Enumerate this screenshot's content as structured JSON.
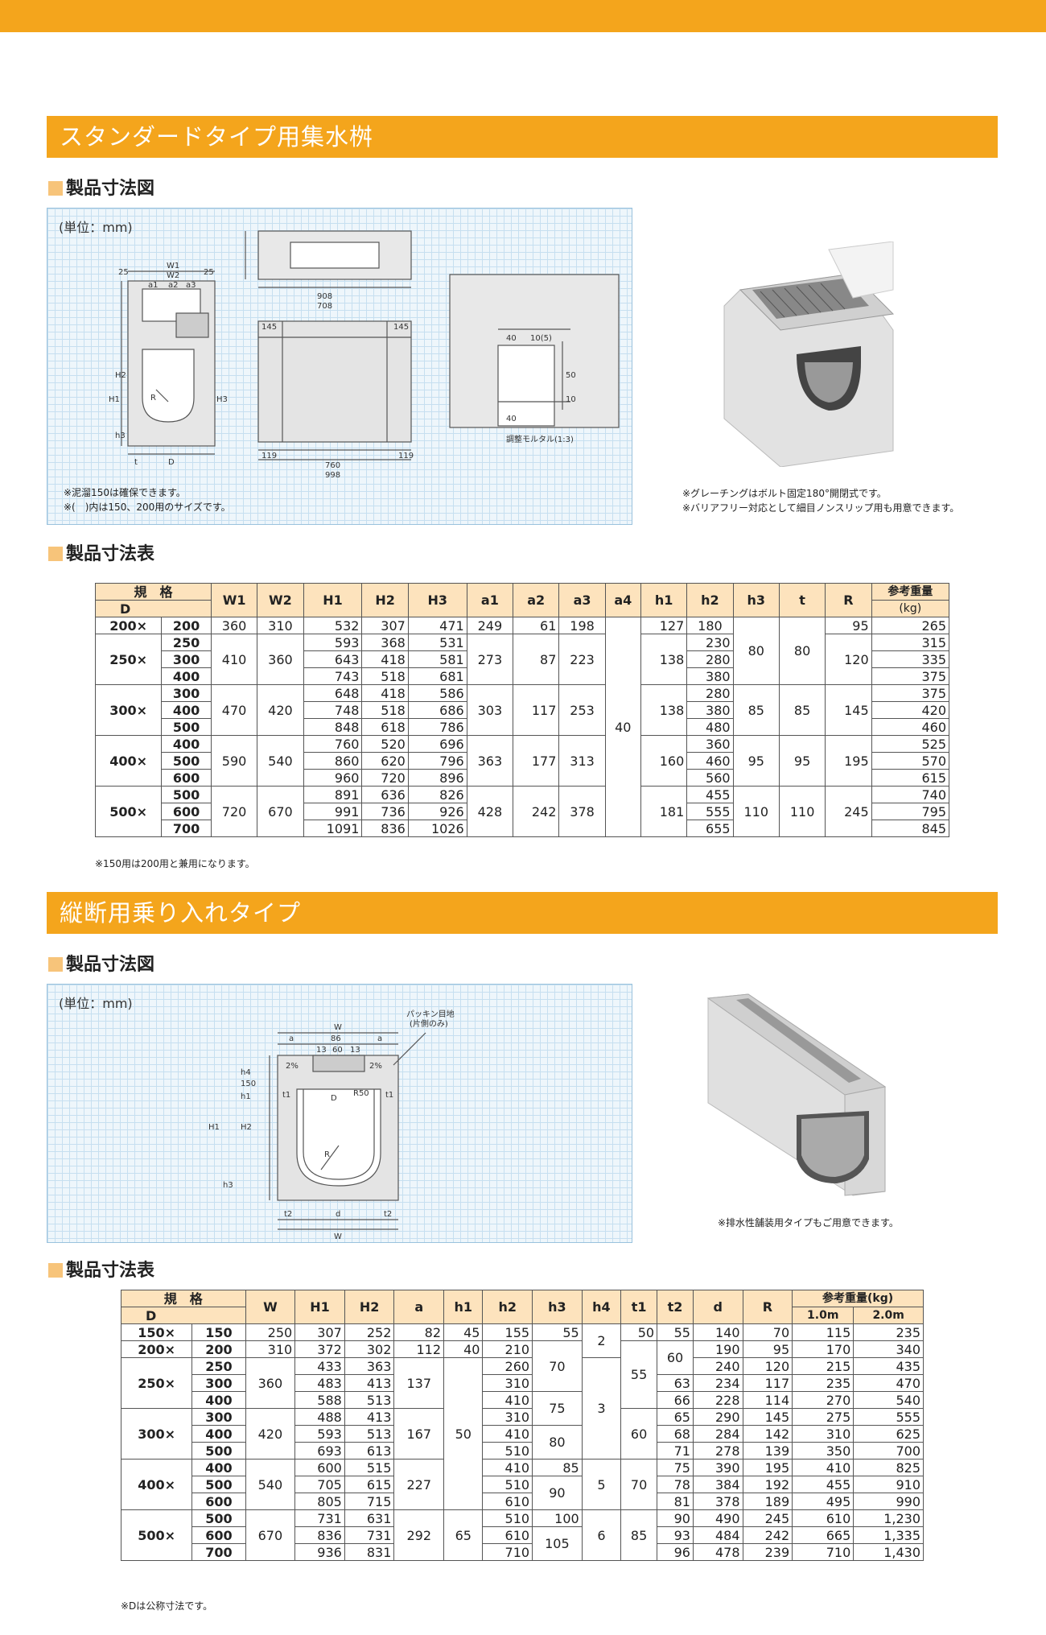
{
  "section1": {
    "title": "スタンダードタイプ用集水桝",
    "sub_drawing": "製品寸法図",
    "unit": "(単位：mm)",
    "drawing_notes": [
      "※泥溜150は確保できます。",
      "※(　)内は150、200用のサイズです。"
    ],
    "photo_notes": [
      "※グレーチングはボルト固定180°開閉式です。",
      "※バリアフリー対応として細目ノンスリップ用も用意できます。"
    ],
    "sub_table": "製品寸法表",
    "drawing_labels": {
      "w1": "W1",
      "w2": "W2",
      "a1": "a1",
      "a2": "a2",
      "a3": "a3",
      "d25": "25",
      "d25b": "25",
      "r": "R",
      "h1": "H1",
      "h2": "H2",
      "h3": "H3",
      "t": "t",
      "d": "D",
      "d145": "145",
      "d145b": "145",
      "d119": "119",
      "d119b": "119",
      "d760": "760",
      "d998": "998",
      "d908": "908",
      "d708": "708",
      "d40": "40",
      "d10_5": "10(5)",
      "d40b": "40",
      "d50": "50",
      "d10": "10",
      "mortar": "調整モルタル(1:3)",
      "h3lbl": "h3"
    },
    "table_note": "※150用は200用と兼用になります。",
    "table": {
      "hdr_spec": "規　格",
      "hdr_d": "D",
      "headers": [
        "W1",
        "W2",
        "H1",
        "H2",
        "H3",
        "a1",
        "a2",
        "a3",
        "a4",
        "h1",
        "h2",
        "h3",
        "t",
        "R"
      ],
      "hdr_weight": "参考重量",
      "hdr_kg": "(kg)",
      "a4_all": "40",
      "groups": [
        {
          "prefix": "200×",
          "w1": "360",
          "w2": "310",
          "a1": "249",
          "a2": "61",
          "a3": "198",
          "h1": "127",
          "rows": [
            {
              "d": "200",
              "H1": "532",
              "H2": "307",
              "H3": "471",
              "h2": "180",
              "R": "95",
              "kg": "265"
            }
          ]
        },
        {
          "prefix": "250×",
          "w1": "410",
          "w2": "360",
          "a1": "273",
          "a2": "87",
          "a3": "223",
          "h1": "138",
          "R": "120",
          "rows": [
            {
              "d": "250",
              "H1": "593",
              "H2": "368",
              "H3": "531",
              "h2": "230",
              "kg": "315"
            },
            {
              "d": "300",
              "H1": "643",
              "H2": "418",
              "H3": "581",
              "h2": "280",
              "kg": "335"
            },
            {
              "d": "400",
              "H1": "743",
              "H2": "518",
              "H3": "681",
              "h2": "380",
              "kg": "375"
            }
          ]
        },
        {
          "prefix": "300×",
          "w1": "470",
          "w2": "420",
          "a1": "303",
          "a2": "117",
          "a3": "253",
          "h1": "138",
          "h3": "85",
          "t": "85",
          "R": "145",
          "rows": [
            {
              "d": "300",
              "H1": "648",
              "H2": "418",
              "H3": "586",
              "h2": "280",
              "kg": "375"
            },
            {
              "d": "400",
              "H1": "748",
              "H2": "518",
              "H3": "686",
              "h2": "380",
              "kg": "420"
            },
            {
              "d": "500",
              "H1": "848",
              "H2": "618",
              "H3": "786",
              "h2": "480",
              "kg": "460"
            }
          ]
        },
        {
          "prefix": "400×",
          "w1": "590",
          "w2": "540",
          "a1": "363",
          "a2": "177",
          "a3": "313",
          "h1": "160",
          "h3": "95",
          "t": "95",
          "R": "195",
          "rows": [
            {
              "d": "400",
              "H1": "760",
              "H2": "520",
              "H3": "696",
              "h2": "360",
              "kg": "525"
            },
            {
              "d": "500",
              "H1": "860",
              "H2": "620",
              "H3": "796",
              "h2": "460",
              "kg": "570"
            },
            {
              "d": "600",
              "H1": "960",
              "H2": "720",
              "H3": "896",
              "h2": "560",
              "kg": "615"
            }
          ]
        },
        {
          "prefix": "500×",
          "w1": "720",
          "w2": "670",
          "a1": "428",
          "a2": "242",
          "a3": "378",
          "h1": "181",
          "h3": "110",
          "t": "110",
          "R": "245",
          "rows": [
            {
              "d": "500",
              "H1": "891",
              "H2": "636",
              "H3": "826",
              "h2": "455",
              "kg": "740"
            },
            {
              "d": "600",
              "H1": "991",
              "H2": "736",
              "H3": "926",
              "h2": "555",
              "kg": "795"
            },
            {
              "d": "700",
              "H1": "1091",
              "H2": "836",
              "H3": "1026",
              "h2": "655",
              "kg": "845"
            }
          ]
        }
      ],
      "h3_t_200_250": "80"
    }
  },
  "section2": {
    "title": "縦断用乗り入れタイプ",
    "sub_drawing": "製品寸法図",
    "unit": "(単位：mm)",
    "photo_note": "※排水性舗装用タイプもご用意できます。",
    "sub_table": "製品寸法表",
    "drawing_labels": {
      "w": "W",
      "a": "a",
      "d86": "86",
      "a2": "a",
      "d13": "13",
      "d60": "60",
      "d13b": "13",
      "packing": "パッキン目地",
      "packing2": "(片側のみ)",
      "pct": "2%",
      "pct2": "2%",
      "h4": "h4",
      "d150": "150",
      "h1": "h1",
      "t1": "t1",
      "t1b": "t1",
      "d": "D",
      "r50": "R50",
      "H1": "H1",
      "H2": "H2",
      "R": "R",
      "h3": "h3",
      "t2": "t2",
      "dd": "d",
      "t2b": "t2",
      "wb": "W"
    },
    "table_note": "※Dは公称寸法です。",
    "table": {
      "hdr_spec": "規　格",
      "hdr_d": "D",
      "headers": [
        "W",
        "H1",
        "H2",
        "a",
        "h1",
        "h2",
        "h3",
        "h4",
        "t1",
        "t2",
        "d",
        "R"
      ],
      "hdr_weight": "参考重量(kg)",
      "hdr_w1": "1.0m",
      "hdr_w2": "2.0m",
      "rows": [
        {
          "prefix": "150×",
          "d": "150",
          "W": "250",
          "H1": "307",
          "H2": "252",
          "a": "82",
          "h1": "45",
          "h2": "155",
          "h3": "55",
          "t1": "50",
          "t2": "55",
          "dd": "140",
          "R": "70",
          "w1": "115",
          "w2": "235"
        },
        {
          "prefix": "200×",
          "d": "200",
          "W": "310",
          "H1": "372",
          "H2": "302",
          "a": "112",
          "h1": "40",
          "h2": "210",
          "dd": "190",
          "R": "95",
          "w1": "170",
          "w2": "340"
        },
        {
          "d": "250",
          "H1": "433",
          "H2": "363",
          "h2": "260",
          "dd": "240",
          "R": "120",
          "w1": "215",
          "w2": "435"
        },
        {
          "d": "300",
          "H1": "483",
          "H2": "413",
          "h2": "310",
          "t2": "63",
          "dd": "234",
          "R": "117",
          "w1": "235",
          "w2": "470"
        },
        {
          "d": "400",
          "H1": "588",
          "H2": "513",
          "h2": "410",
          "t2": "66",
          "dd": "228",
          "R": "114",
          "w1": "270",
          "w2": "540"
        },
        {
          "d": "300",
          "H1": "488",
          "H2": "413",
          "h2": "310",
          "t2": "65",
          "dd": "290",
          "R": "145",
          "w1": "275",
          "w2": "555"
        },
        {
          "d": "400",
          "H1": "593",
          "H2": "513",
          "h2": "410",
          "t2": "68",
          "dd": "284",
          "R": "142",
          "w1": "310",
          "w2": "625"
        },
        {
          "d": "500",
          "H1": "693",
          "H2": "613",
          "h2": "510",
          "t2": "71",
          "dd": "278",
          "R": "139",
          "w1": "350",
          "w2": "700"
        },
        {
          "d": "400",
          "H1": "600",
          "H2": "515",
          "h2": "410",
          "h3": "85",
          "t2": "75",
          "dd": "390",
          "R": "195",
          "w1": "410",
          "w2": "825"
        },
        {
          "d": "500",
          "H1": "705",
          "H2": "615",
          "h2": "510",
          "t2": "78",
          "dd": "384",
          "R": "192",
          "w1": "455",
          "w2": "910"
        },
        {
          "d": "600",
          "H1": "805",
          "H2": "715",
          "h2": "610",
          "t2": "81",
          "dd": "378",
          "R": "189",
          "w1": "495",
          "w2": "990"
        },
        {
          "d": "500",
          "H1": "731",
          "H2": "631",
          "h2": "510",
          "h3": "100",
          "t2": "90",
          "dd": "490",
          "R": "245",
          "w1": "610",
          "w2": "1,230"
        },
        {
          "d": "600",
          "H1": "836",
          "H2": "731",
          "h2": "610",
          "t2": "93",
          "dd": "484",
          "R": "242",
          "w1": "665",
          "w2": "1,335"
        },
        {
          "d": "700",
          "H1": "936",
          "H2": "831",
          "h2": "710",
          "t2": "96",
          "dd": "478",
          "R": "239",
          "w1": "710",
          "w2": "1,430"
        }
      ],
      "merged": {
        "h4_150_200": "2",
        "t2_200_250": "60",
        "h3_250_300": "70",
        "t1_200_400": "55",
        "h3_400_300": "75",
        "h4_250_300": "3",
        "h3_400_500": "80",
        "t1_300": "60",
        "h3_500_600": "90",
        "h4_400": "5",
        "t1_400": "70",
        "h3_600_700": "105",
        "h4_500": "6",
        "t1_500": "85",
        "prefix_250": "250×",
        "W_250": "360",
        "a_250": "137",
        "h1_250_400": "50",
        "prefix_300": "300×",
        "W_300": "420",
        "a_300": "167",
        "prefix_400": "400×",
        "W_400": "540",
        "a_400": "227",
        "prefix_500": "500×",
        "W_500": "670",
        "a_500": "292",
        "h1_500": "65"
      }
    }
  }
}
